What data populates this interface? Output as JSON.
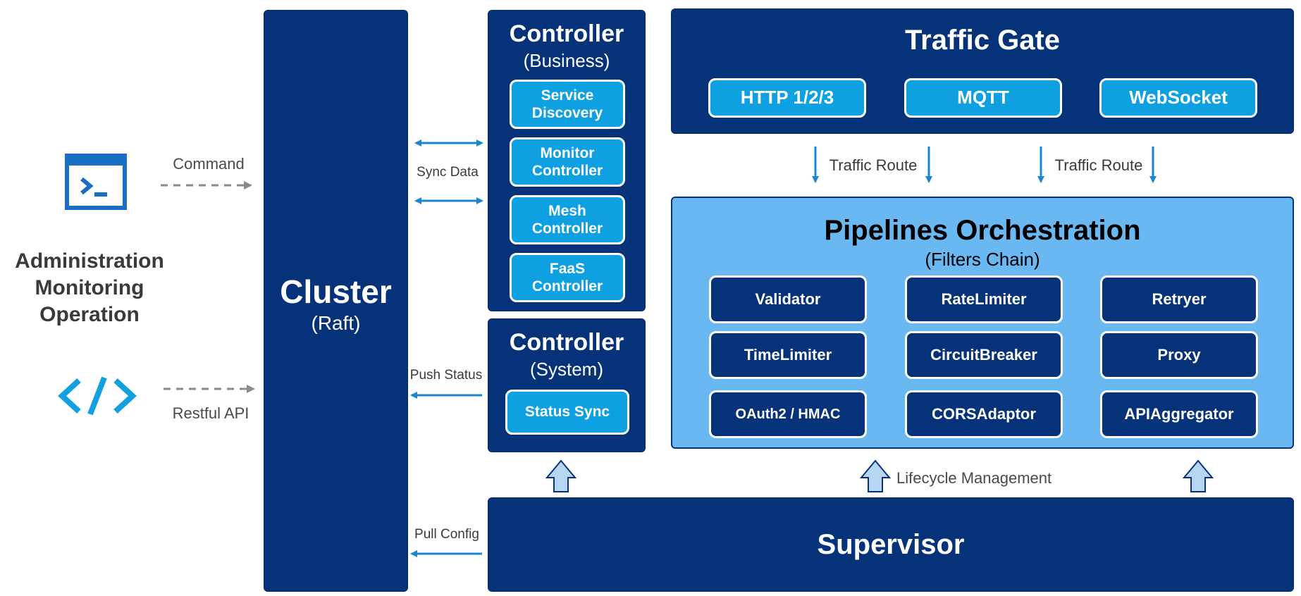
{
  "left": {
    "command_label": "Command",
    "restful_label": "Restful API",
    "admin_lines": [
      "Administration",
      "Monitoring",
      "Operation"
    ],
    "terminal_icon": "terminal-window-icon",
    "code_icon": "code-brackets-icon"
  },
  "cluster": {
    "title": "Cluster",
    "subtitle": "(Raft)"
  },
  "arrows": {
    "sync_data": "Sync Data",
    "push_status": "Push Status",
    "pull_config": "Pull Config",
    "traffic_route": "Traffic Route",
    "lifecycle": "Lifecycle Management"
  },
  "controller_business": {
    "title": "Controller",
    "subtitle": "(Business)",
    "items": [
      [
        "Service",
        "Discovery"
      ],
      [
        "Monitor",
        "Controller"
      ],
      [
        "Mesh",
        "Controller"
      ],
      [
        "FaaS",
        "Controller"
      ]
    ]
  },
  "controller_system": {
    "title": "Controller",
    "subtitle": "(System)",
    "item": "Status Sync"
  },
  "traffic_gate": {
    "title": "Traffic Gate",
    "protocols": [
      "HTTP 1/2/3",
      "MQTT",
      "WebSocket"
    ]
  },
  "pipelines": {
    "title": "Pipelines Orchestration",
    "subtitle": "(Filters Chain)",
    "filters": [
      "Validator",
      "RateLimiter",
      "Retryer",
      "TimeLimiter",
      "CircuitBreaker",
      "Proxy",
      "OAuth2 / HMAC",
      "CORSAdaptor",
      "APIAggregator"
    ]
  },
  "supervisor": {
    "title": "Supervisor"
  },
  "colors": {
    "navy": "#06327a",
    "bright_blue": "#0fa0e2",
    "light_blue": "#6ab8f2",
    "arrow_blue": "#1a86cf",
    "dash_gray": "#8a8a8a"
  }
}
